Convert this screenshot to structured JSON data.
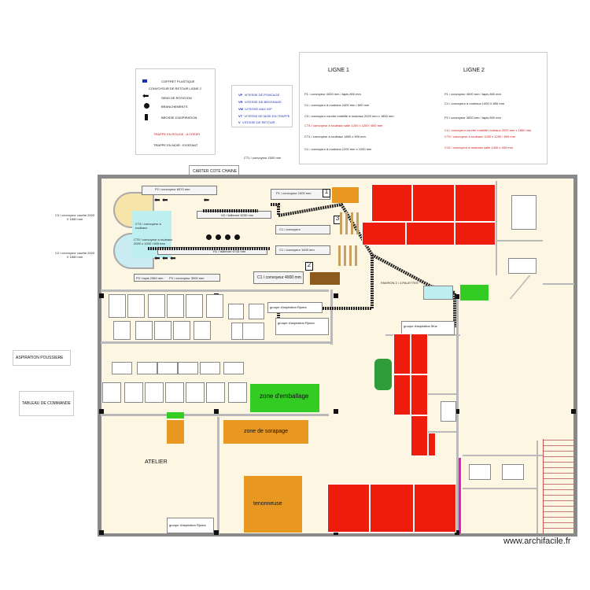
{
  "legend_box": {
    "items": [
      "COFFRET PLASTIQUE",
      "CONVOYEUR DE RETOUR LIGNE 2",
      "SENS DE ROTATION",
      "BRANCHEMENTS",
      "BROSSE D'ASPIRATION"
    ],
    "red_items": [
      "TRAPPE EN ROUGE : A CREER"
    ],
    "black_items": [
      "TRAPPE EN NOIR : EXISTANT"
    ]
  },
  "vitesse_box": {
    "rows": [
      {
        "code": "VP",
        "label": "VITESSE DE PONCAGE"
      },
      {
        "code": "VR",
        "label": "VITESSE DE BROSSAGE"
      },
      {
        "code": "VM",
        "label": "VITESSE MAX /DP"
      },
      {
        "code": "VT",
        "label": "VITESSE DE MISE EN TRAPPE"
      },
      {
        "code": "V",
        "label": "VITESSE DE RETOUR"
      }
    ]
  },
  "top_labels": {
    "ct1": "CT1 / convoyeur 1500 mm",
    "carter": "CARTER COTE CHAINE"
  },
  "lines_box": {
    "ligne1_title": "LIGNE 1",
    "ligne2_title": "LIGNE 2",
    "ligne1": [
      "P1 / convoyeur 4000 mm / tapis 800 mm",
      "C1 / convoyeur à rouleaux 2400 mm / 600 mm",
      "C3 / convoyeur courbe mobilité à rouleaux 2020 mm x 1850 mm",
      "CT4 / convoyeur à rouleaux salle 1200 x 1200 / 800 mm",
      "CT1 / convoyeur à rouleaux 1800 x 900 mm",
      "C1 / convoyeur à rouleaux 1200 mm x 1200 mm"
    ],
    "ligne2": [
      "P1 / convoyeur 4000 mm / tapis 800 mm",
      "C1 / convoyeur à rouleaux 1400 X 800 mm",
      "P2 / convoyeur 3000 mm / tapis 800 mm",
      "C4 / convoyeur courbe mobilité rouleaux 2020 mm x 1850 mm",
      "CT5 / convoyeur à rouleaux 1200 x 1200 / 600 mm",
      "C10 / convoyeur à rouleaux salle 1400 x 400 mm"
    ],
    "ligne1_red_index": 3,
    "ligne2_red_from": 3
  },
  "side_labels": {
    "c3": "C3 / convoyeur courbe 2020 X 1850 mm",
    "c2": "C2 / convoyeur courbe 2020 X 1850 mm",
    "aspiration": "ASPIRATION POUSSIERE",
    "tableau": "TABLEAU DE COMMANDE"
  },
  "plan_labels": {
    "p2_top": "P2 / convoyeur 6570 mm",
    "p1_top": "P1 / convoyeur 1000 mm",
    "h2": "H2 / faillenne 5230 mm",
    "h1": "H1 / faillenne 6745 mm",
    "c1": "C1 / convoyeur",
    "c1b": "C1 / convoyeur 1400 mm",
    "c1c": "C1 / convoyeur 4000 mm",
    "p3": "P3 / tapis 2360 mm",
    "p3b": "P3 / convoyeur 3000 mm",
    "ct4": "CT4 / convoyeur à rouleaux",
    "ct5": "CT5 / convoyeur à rouleaux 2000 x 1200 / 600 mm",
    "paviron": "PAVIRON 2 / 3 PALETTES",
    "groupe1": "groupe d'aspiration Rjoma",
    "groupe2": "groupe d'aspiration Rjoma",
    "groupe3": "groupe d'aspiration 5Kw",
    "groupe4": "groupe d'aspiration Rjoma",
    "num1": "1",
    "num2": "2",
    "num3": "3",
    "emballage": "zone d'emballage",
    "sorapage": "zone de sorapage",
    "tenonneuse": "tenonneuse",
    "atelier": "ATELIER",
    "watermark": "www.archifacile.fr"
  }
}
